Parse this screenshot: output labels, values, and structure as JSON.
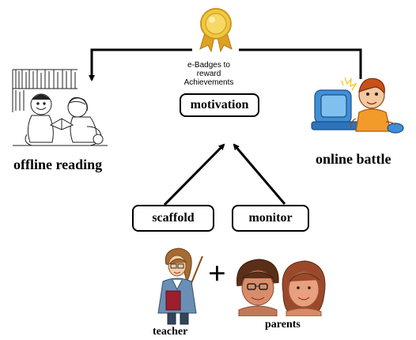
{
  "badge": {
    "icon": "award-ribbon-icon",
    "caption_lines": [
      "e-Badges to",
      "reward",
      "Achievements"
    ]
  },
  "nodes": {
    "motivation": "motivation",
    "offline_reading": "offline reading",
    "online_battle": "online battle",
    "scaffold": "scaffold",
    "monitor": "monitor",
    "teacher": "teacher",
    "parents": "parents",
    "plus": "+"
  },
  "colors": {
    "badge_gold": "#f2c640",
    "badge_ribbon": "#e0a020",
    "line": "#000000",
    "computer_blue": "#3f8fd8",
    "boy_hair": "#c8501a"
  }
}
